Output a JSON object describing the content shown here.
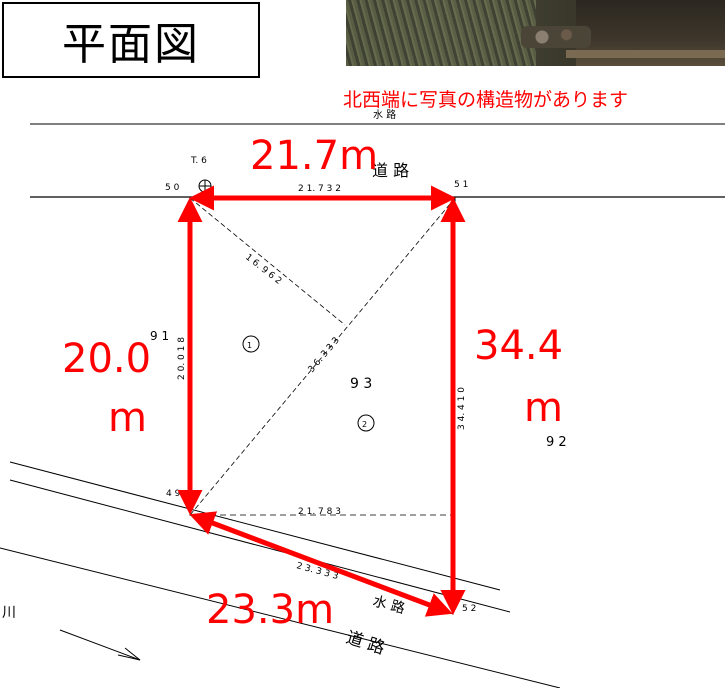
{
  "title": "平面図",
  "photo_caption": "北西端に写真の構造物があります",
  "red_color": "#ff0000",
  "dimensions": {
    "top": "21.7m",
    "left_value": "20.0",
    "left_unit": "m",
    "right_value": "34.4",
    "right_unit": "m",
    "bottom": "23.3m"
  },
  "map": {
    "road_label_top": "道 路",
    "road_small_top": "水 路",
    "road_label_bottom": "道 路",
    "waterway_bottom": "水 路",
    "lot_number": "9 3",
    "lot_right": "9 2",
    "lot_left": "9 1",
    "point_50": "5 0",
    "point_51": "5 1",
    "point_52": "5 2",
    "point_49": "4 9",
    "benchmark": "T. 6",
    "section_1": "1",
    "section_2": "2",
    "dim_top": "2 1. 7 3 2",
    "dim_left": "2 0. 0 1 8",
    "dim_right": "3 4. 4 1 0",
    "dim_bottom": "2 3. 3 3 3",
    "dim_inner": "2 1. 7 8 3",
    "dim_diag_a": "1 6. 9 6 2",
    "dim_diag_b": "3 6. 3 3 3",
    "river_mark": "川"
  }
}
